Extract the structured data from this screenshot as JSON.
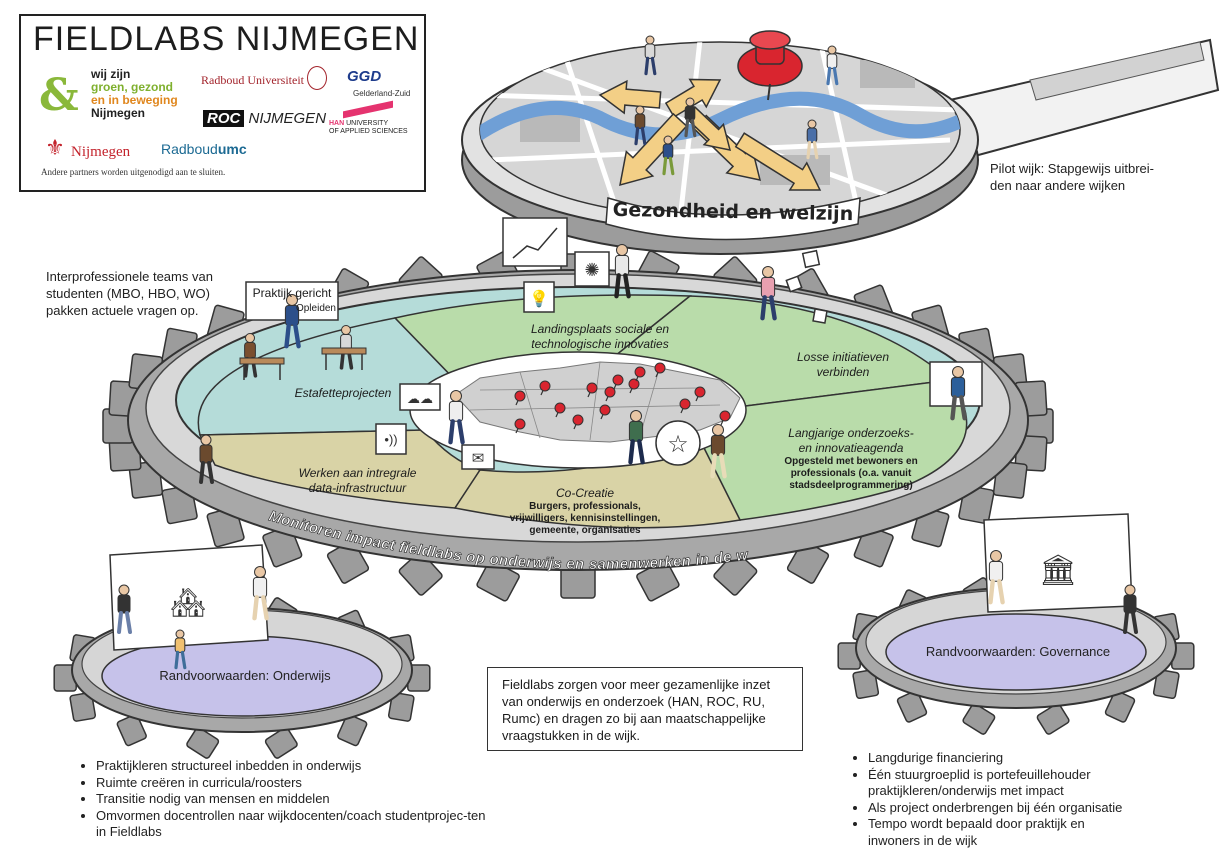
{
  "logo_box": {
    "title": "FIELDLABS NIJMEGEN",
    "wz_lines": [
      "wij zijn",
      "groen, gezond",
      "en in beweging",
      "Nijmegen"
    ],
    "radboud": "Radboud Universiteit",
    "ggd": "GGD",
    "ggd_sub": "Gelderland-Zuid",
    "roc_a": "ROC",
    "roc_b": "NIJMEGEN",
    "han_a": "HAN",
    "han_b": "UNIVERSITY",
    "han_c": "OF APPLIED SCIENCES",
    "nijmegen": "Nijmegen",
    "rumc_a": "Radboud",
    "rumc_b": "umc",
    "partners": "Andere partners worden uitgenodigd aan te sluiten."
  },
  "magnifier": {
    "label": "Gezondheid en welzijn",
    "note": [
      "Pilot wijk: Stapgewijs uitbrei-",
      "den naar andere wijken"
    ]
  },
  "teams_note": [
    "Interprofessionele teams van",
    "studenten (MBO, HBO, WO)",
    "pakken actuele vragen op."
  ],
  "praktijk": {
    "title": "Praktijk gericht",
    "sub": "Opleiden"
  },
  "segments": {
    "landingsplaats": [
      "Landingsplaats sociale en",
      "technologische innovaties"
    ],
    "losse": [
      "Losse initiatieven",
      "verbinden"
    ],
    "estafette": "Estafetteprojecten",
    "agenda": [
      "Langjarige onderzoeks-",
      "en innovatieagenda"
    ],
    "agenda_sub": [
      "Opgesteld met bewoners en",
      "professionals (o.a. vanuit",
      "stadsdeelprogrammering)"
    ],
    "data": [
      "Werken aan intregrale",
      "data-infrastructuur"
    ],
    "cocreatie": "Co-Creatie",
    "cocreatie_sub": [
      "Burgers, professionals,",
      "vrijwilligers, kennisinstellingen,",
      "gemeente, organisaties"
    ]
  },
  "rim_text": "Monitoren impact fieldlabs op onderwijs en samenwerken in de wijk",
  "gear_left": {
    "label": "Randvoorwaarden: Onderwijs"
  },
  "gear_right": {
    "label": "Randvoorwaarden: Governance"
  },
  "center_box": [
    "Fieldlabs zorgen voor meer gezamenlijke inzet",
    "van onderwijs en onderzoek (HAN, ROC, RU,",
    "Rumc) en dragen zo bij aan maatschappelijke",
    "vraagstukken in de wijk."
  ],
  "left_bullets": [
    "Praktijkleren structureel inbedden in onderwijs",
    "Ruimte creëren in curricula/roosters",
    "Transitie nodig van mensen en middelen",
    "Omvormen docentrollen naar wijkdocenten/coach studentprojec-ten in Fieldlabs"
  ],
  "right_bullets": [
    "Langdurige financiering",
    "Één stuurgroeplid is portefeuillehouder praktijkleren/onderwijs met impact",
    "Als project onderbrengen bij één organisatie",
    "Tempo wordt bepaald door praktijk en inwoners in de wijk"
  ],
  "colors": {
    "green_segment": "#b9dcaa",
    "teal_segment": "#b5dcd9",
    "sand_segment": "#d9d3a6",
    "gear": "#9c9c9c",
    "lavender": "#c6c2ea",
    "pin": "#d9252f",
    "arrow": "#f3cf86",
    "river": "#6f9fd6"
  }
}
